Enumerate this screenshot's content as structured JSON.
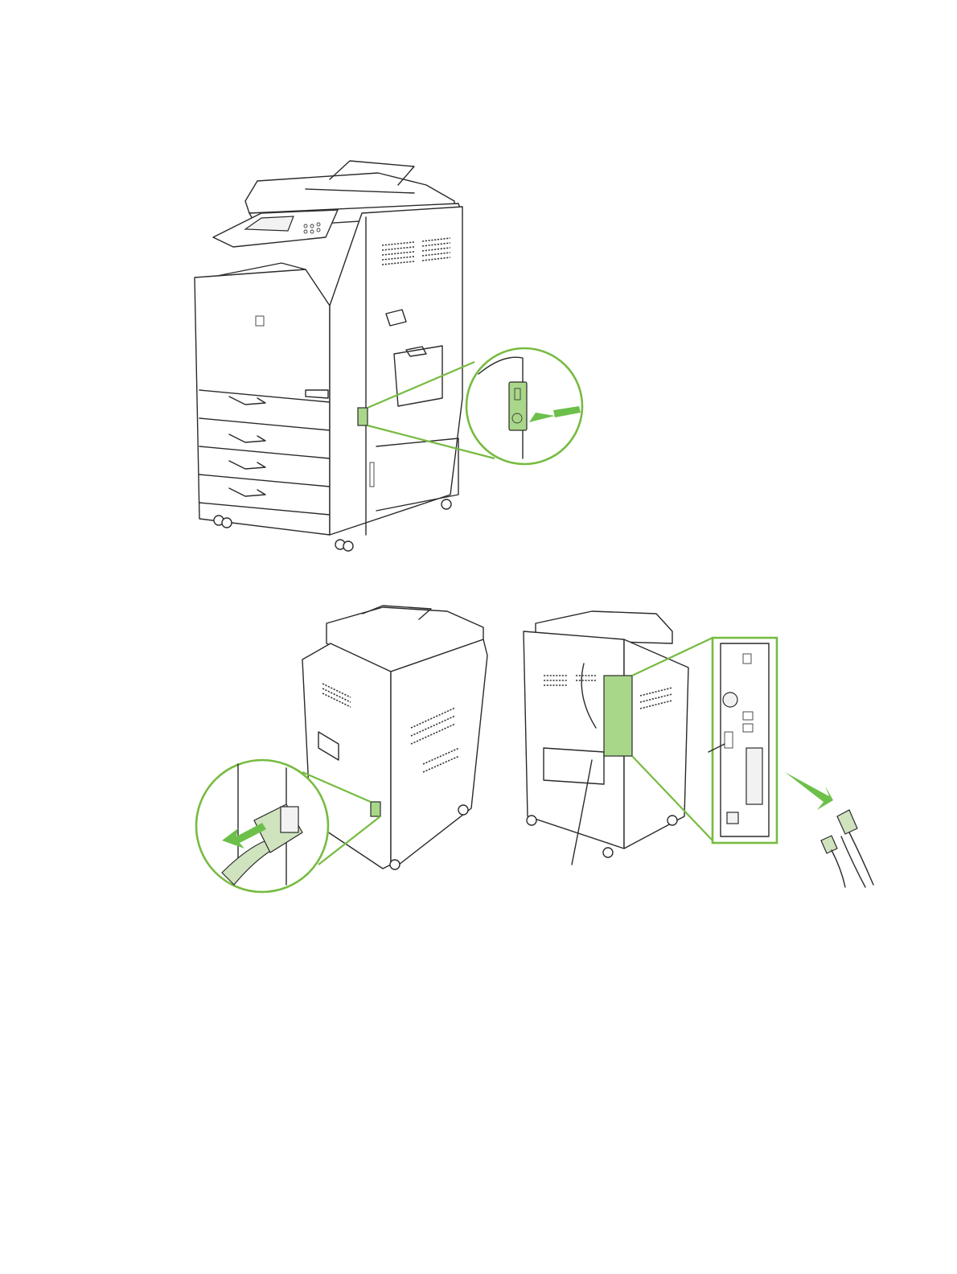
{
  "colors": {
    "highlight": "#77bb41",
    "arrow": "#6cc04a",
    "part_fill": "#a9d78a",
    "line": "#2a2a2a"
  },
  "figures": [
    {
      "name": "printer-front-power-switch",
      "icons": [
        "power-switch-icon",
        "push-arrow-icon"
      ]
    },
    {
      "name": "printer-side-power-cord",
      "icons": [
        "power-cord-plug-icon",
        "pull-arrow-icon"
      ]
    },
    {
      "name": "printer-rear-formatter-ports",
      "icons": [
        "network-cable-icon",
        "pull-arrow-icon"
      ]
    }
  ]
}
